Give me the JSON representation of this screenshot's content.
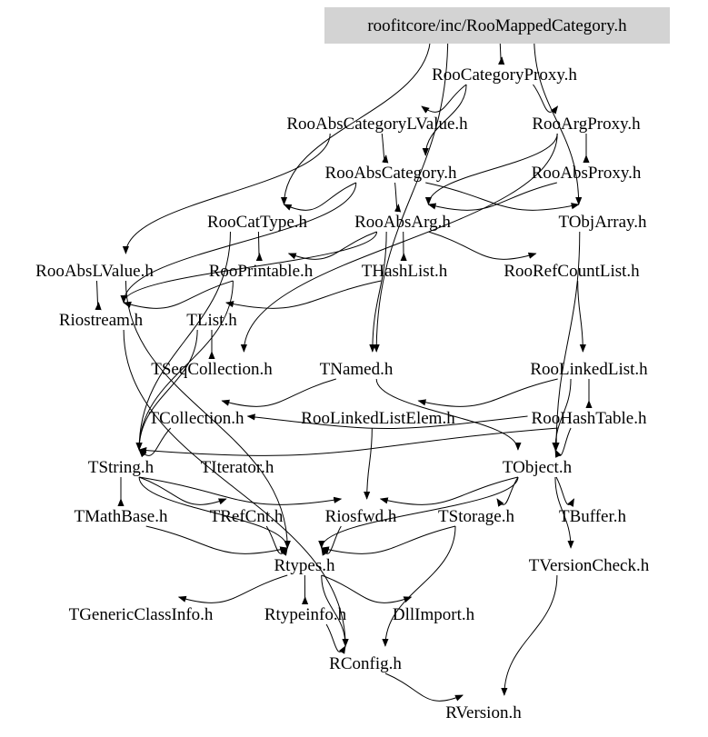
{
  "diagram": {
    "root_fill": "#d3d3d3",
    "edge_color": "#000000",
    "nodes": [
      {
        "id": "root",
        "label": "roofitcore/inc/RooMappedCategory.h",
        "root": true
      },
      {
        "id": "catproxy",
        "label": "RooCategoryProxy.h"
      },
      {
        "id": "abscatlv",
        "label": "RooAbsCategoryLValue.h"
      },
      {
        "id": "argproxy",
        "label": "RooArgProxy.h"
      },
      {
        "id": "abscat",
        "label": "RooAbsCategory.h"
      },
      {
        "id": "absproxy",
        "label": "RooAbsProxy.h"
      },
      {
        "id": "cattype",
        "label": "RooCatType.h"
      },
      {
        "id": "absarg",
        "label": "RooAbsArg.h"
      },
      {
        "id": "objarray",
        "label": "TObjArray.h"
      },
      {
        "id": "abslv",
        "label": "RooAbsLValue.h"
      },
      {
        "id": "printable",
        "label": "RooPrintable.h"
      },
      {
        "id": "hashlist",
        "label": "THashList.h"
      },
      {
        "id": "refcount",
        "label": "RooRefCountList.h"
      },
      {
        "id": "riostream",
        "label": "Riostream.h"
      },
      {
        "id": "tlist",
        "label": "TList.h"
      },
      {
        "id": "seqcoll",
        "label": "TSeqCollection.h"
      },
      {
        "id": "tnamed",
        "label": "TNamed.h"
      },
      {
        "id": "linkedlist",
        "label": "RooLinkedList.h"
      },
      {
        "id": "tcoll",
        "label": "TCollection.h"
      },
      {
        "id": "linkedelem",
        "label": "RooLinkedListElem.h"
      },
      {
        "id": "hashtable",
        "label": "RooHashTable.h"
      },
      {
        "id": "tstring",
        "label": "TString.h"
      },
      {
        "id": "titer",
        "label": "TIterator.h"
      },
      {
        "id": "tobject",
        "label": "TObject.h"
      },
      {
        "id": "mathbase",
        "label": "TMathBase.h"
      },
      {
        "id": "refcnt",
        "label": "TRefCnt.h"
      },
      {
        "id": "riosfwd",
        "label": "Riosfwd.h"
      },
      {
        "id": "tstorage",
        "label": "TStorage.h"
      },
      {
        "id": "tbuffer",
        "label": "TBuffer.h"
      },
      {
        "id": "rtypes",
        "label": "Rtypes.h"
      },
      {
        "id": "versioncheck",
        "label": "TVersionCheck.h"
      },
      {
        "id": "genclass",
        "label": "TGenericClassInfo.h"
      },
      {
        "id": "rtypeinfo",
        "label": "Rtypeinfo.h"
      },
      {
        "id": "dllimport",
        "label": "DllImport.h"
      },
      {
        "id": "rconfig",
        "label": "RConfig.h"
      },
      {
        "id": "rversion",
        "label": "RVersion.h"
      }
    ],
    "edges": [
      [
        "root",
        "catproxy"
      ],
      [
        "root",
        "cattype"
      ],
      [
        "root",
        "tnamed"
      ],
      [
        "root",
        "objarray"
      ],
      [
        "catproxy",
        "abscatlv"
      ],
      [
        "catproxy",
        "argproxy"
      ],
      [
        "catproxy",
        "abscat"
      ],
      [
        "abscatlv",
        "abscat"
      ],
      [
        "abscatlv",
        "abslv"
      ],
      [
        "argproxy",
        "absarg"
      ],
      [
        "argproxy",
        "absproxy"
      ],
      [
        "argproxy",
        "seqcoll"
      ],
      [
        "abscat",
        "cattype"
      ],
      [
        "abscat",
        "absarg"
      ],
      [
        "abscat",
        "objarray"
      ],
      [
        "abscat",
        "riostream"
      ],
      [
        "absproxy",
        "absarg"
      ],
      [
        "cattype",
        "printable"
      ],
      [
        "cattype",
        "tstring"
      ],
      [
        "absarg",
        "printable"
      ],
      [
        "absarg",
        "refcount"
      ],
      [
        "absarg",
        "tnamed"
      ],
      [
        "absarg",
        "hashlist"
      ],
      [
        "absarg",
        "riostream"
      ],
      [
        "objarray",
        "tobject"
      ],
      [
        "abslv",
        "riostream"
      ],
      [
        "abslv",
        "rtypes"
      ],
      [
        "printable",
        "riostream"
      ],
      [
        "printable",
        "tstring"
      ],
      [
        "hashlist",
        "tlist"
      ],
      [
        "refcount",
        "linkedlist"
      ],
      [
        "riostream",
        "rconfig"
      ],
      [
        "tlist",
        "seqcoll"
      ],
      [
        "tlist",
        "tstring"
      ],
      [
        "tnamed",
        "tcoll"
      ],
      [
        "tnamed",
        "tobject"
      ],
      [
        "linkedlist",
        "linkedelem"
      ],
      [
        "linkedlist",
        "hashtable"
      ],
      [
        "linkedlist",
        "tobject"
      ],
      [
        "tcoll",
        "tstring"
      ],
      [
        "linkedelem",
        "riosfwd"
      ],
      [
        "hashtable",
        "tcoll"
      ],
      [
        "hashtable",
        "tstring"
      ],
      [
        "hashtable",
        "tobject"
      ],
      [
        "tstring",
        "mathbase"
      ],
      [
        "tstring",
        "refcnt"
      ],
      [
        "tstring",
        "riosfwd"
      ],
      [
        "tstring",
        "rtypes"
      ],
      [
        "tobject",
        "riosfwd"
      ],
      [
        "tobject",
        "tstorage"
      ],
      [
        "tobject",
        "tbuffer"
      ],
      [
        "tobject",
        "rtypes"
      ],
      [
        "tobject",
        "versioncheck"
      ],
      [
        "mathbase",
        "rtypes"
      ],
      [
        "refcnt",
        "rtypes"
      ],
      [
        "riosfwd",
        "rtypes"
      ],
      [
        "tstorage",
        "rtypes"
      ],
      [
        "tstorage",
        "rconfig"
      ],
      [
        "versioncheck",
        "rversion"
      ],
      [
        "rtypes",
        "genclass"
      ],
      [
        "rtypes",
        "rtypeinfo"
      ],
      [
        "rtypes",
        "dllimport"
      ],
      [
        "rtypes",
        "rconfig"
      ],
      [
        "rtypeinfo",
        "rconfig"
      ],
      [
        "rconfig",
        "rversion"
      ]
    ]
  }
}
